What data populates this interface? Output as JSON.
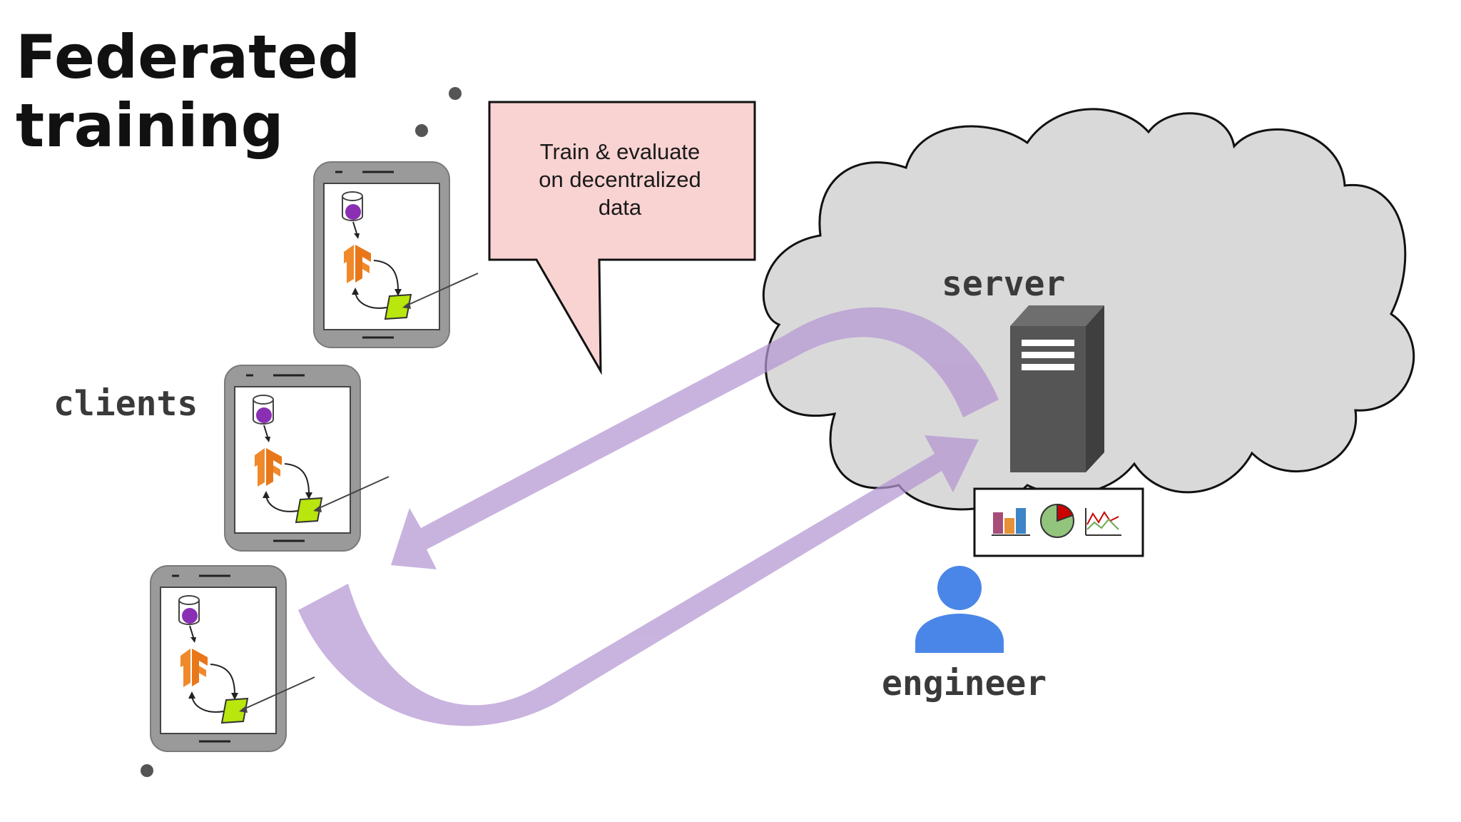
{
  "title": {
    "line1": "Federated",
    "line2": "training"
  },
  "callout": {
    "line1": "Train & evaluate",
    "line2": "on decentralized",
    "line3": "data"
  },
  "labels": {
    "clients": "clients",
    "server": "server",
    "engineer": "engineer"
  },
  "colors": {
    "arrow": "#b496d2",
    "callout_fill": "#f9d2d2",
    "cloud_fill": "#d9d9d9",
    "server_front": "#555555",
    "phone_frame": "#9a9a9a",
    "engineer": "#4a86e8",
    "tf_orange": "#f0892b",
    "model_green": "#b8e60d"
  },
  "icons": [
    "cloud-shape",
    "server-icon",
    "engineer-icon",
    "phone-icon",
    "database-icon",
    "tensorflow-icon",
    "model-icon",
    "bar-chart-icon",
    "pie-chart-icon",
    "line-chart-icon"
  ]
}
